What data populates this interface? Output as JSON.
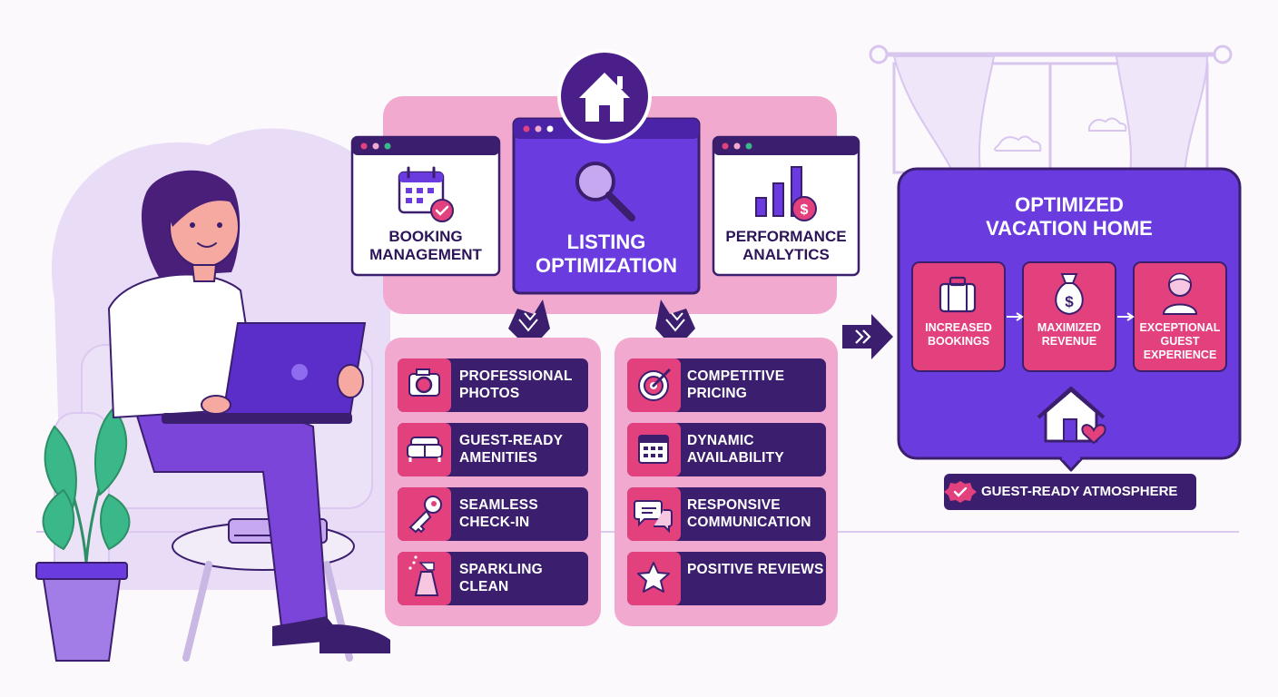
{
  "colors": {
    "deep_purple": "#3b1f6e",
    "violet": "#6a3ce0",
    "magenta": "#e2417e",
    "pink_panel": "#f2a9d0",
    "lavender": "#e9dcf7",
    "green_leaf": "#3bb88a"
  },
  "top_panel": {
    "main_card": {
      "icon": "magnifier-icon",
      "title": "LISTING OPTIMIZATION"
    },
    "left_card": {
      "icon": "calendar-check-icon",
      "title": "BOOKING MANAGEMENT"
    },
    "right_card": {
      "icon": "bar-chart-dollar-icon",
      "title": "PERFORMANCE ANALYTICS"
    },
    "house_badge_icon": "house-icon"
  },
  "left_column": {
    "items": [
      {
        "icon": "camera-icon",
        "label": "PROFESSIONAL PHOTOS"
      },
      {
        "icon": "sofa-icon",
        "label": "GUEST-READY AMENITIES"
      },
      {
        "icon": "key-icon",
        "label": "SEAMLESS CHECK-IN"
      },
      {
        "icon": "spray-bottle-icon",
        "label": "SPARKLING CLEAN"
      }
    ]
  },
  "right_column": {
    "items": [
      {
        "icon": "target-icon",
        "label": "COMPETITIVE PRICING"
      },
      {
        "icon": "calendar-grid-icon",
        "label": "DYNAMIC AVAILABILITY"
      },
      {
        "icon": "chat-bubbles-icon",
        "label": "RESPONSIVE COMMUNICATION"
      },
      {
        "icon": "star-icon",
        "label": "POSITIVE REVIEWS"
      }
    ]
  },
  "outcome_panel": {
    "title": "OPTIMIZED VACATION HOME",
    "steps": [
      {
        "icon": "suitcase-icon",
        "label": "INCREASED BOOKINGS"
      },
      {
        "icon": "money-bag-icon",
        "label": "MAXIMIZED REVENUE"
      },
      {
        "icon": "guest-avatar-icon",
        "label": "EXCEPTIONAL GUEST EXPERIENCE"
      }
    ],
    "house_icon": "house-heart-icon",
    "badge": {
      "icon": "check-badge-icon",
      "label": "GUEST-READY ATMOSPHERE"
    }
  }
}
